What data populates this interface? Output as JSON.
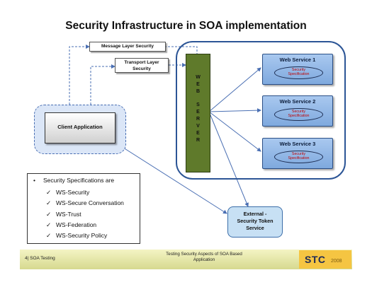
{
  "title": "Security Infrastructure in SOA implementation",
  "message_layer": "Message Layer Security",
  "transport_layer": [
    "Transport Layer",
    "Security"
  ],
  "web_server_letters": [
    "W",
    "E",
    "B",
    "S",
    "E",
    "R",
    "V",
    "E",
    "R"
  ],
  "web_services": [
    {
      "name": "Web Service 1",
      "spec": [
        "Security",
        "Specification"
      ]
    },
    {
      "name": "Web Service 2",
      "spec": [
        "Security",
        "Specification"
      ]
    },
    {
      "name": "Web Service 3",
      "spec": [
        "Security",
        "Specification"
      ]
    }
  ],
  "client": "Client Application",
  "external": [
    "External -",
    "Security Token",
    "Service"
  ],
  "spec_list": {
    "heading": "Security Specifications are",
    "items": [
      "WS-Security",
      "WS-Secure Conversation",
      "WS-Trust",
      "WS-Federation",
      "WS-Security Policy"
    ]
  },
  "footer": {
    "left": "4| SOA Testing",
    "center": [
      "Testing Security Aspects of SOA Based",
      "Application"
    ],
    "logo": "STC",
    "logo_year": "2008"
  },
  "colors": {
    "server": "#5f7a2b",
    "web_service": "#8fb4e6",
    "dashed_lines": "#4a6fb3",
    "spec_text": "#c00000"
  }
}
